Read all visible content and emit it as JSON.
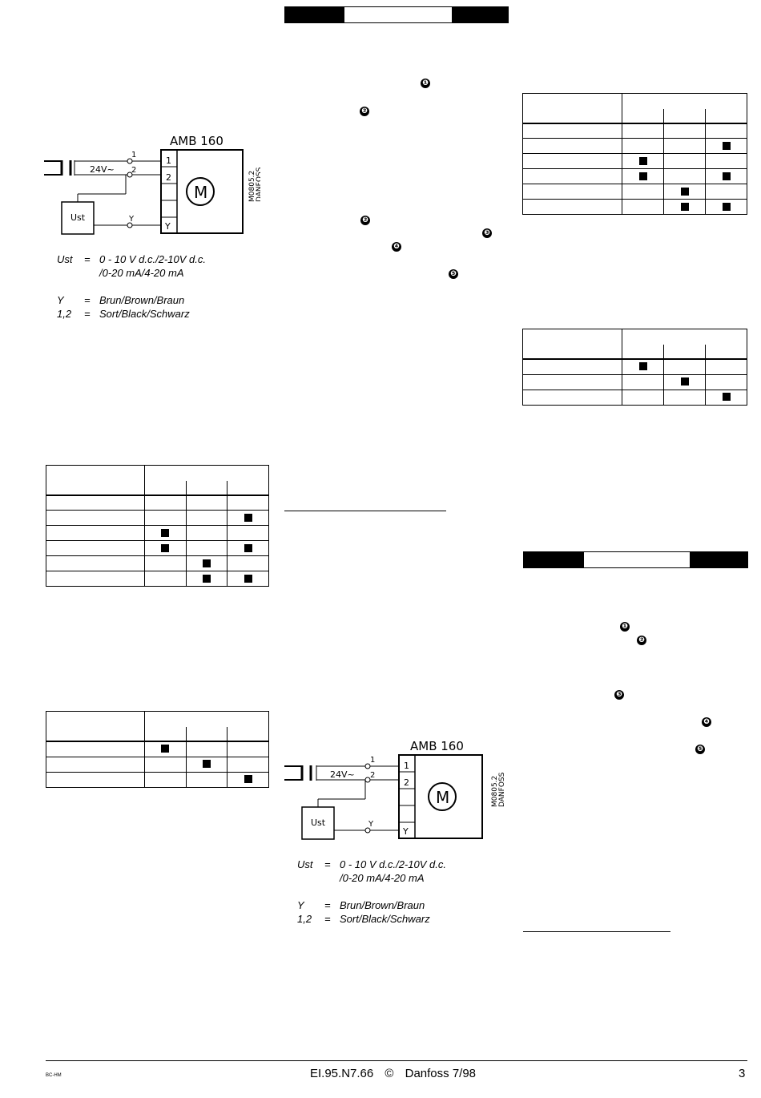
{
  "diagram": {
    "model": "AMB 160",
    "supply": "24V~",
    "controller": "Ust",
    "motor": "M",
    "terminals": [
      "1",
      "2",
      "",
      "",
      "Y"
    ],
    "wire_labels": [
      "1",
      "2",
      "Y"
    ],
    "code_lines": [
      "M0805.2",
      "DANFOSS"
    ]
  },
  "legend": [
    {
      "key": "Ust",
      "eq": "=",
      "lines": [
        "0 - 10 V d.c./2-10V d.c.",
        "/0-20 mA/4-20 mA"
      ]
    },
    {
      "key": "Y",
      "eq": "=",
      "lines": [
        "Brun/Brown/Braun"
      ]
    },
    {
      "key": "1,2",
      "eq": "=",
      "lines": [
        "Sort/Black/Schwarz"
      ]
    }
  ],
  "tables": {
    "six_row": [
      [
        false,
        false,
        false
      ],
      [
        false,
        false,
        true
      ],
      [
        true,
        false,
        false
      ],
      [
        true,
        false,
        true
      ],
      [
        false,
        true,
        false
      ],
      [
        false,
        true,
        true
      ]
    ],
    "three_row": [
      [
        true,
        false,
        false
      ],
      [
        false,
        true,
        false
      ],
      [
        false,
        false,
        true
      ]
    ]
  },
  "markers": {
    "col2_top": [
      "❶",
      "❷",
      "❷",
      "❸",
      "❹",
      "❺"
    ],
    "col3_lower": [
      "❶",
      "❷",
      "❸",
      "❹",
      "❺"
    ]
  },
  "footer": {
    "left": "BC-HM",
    "center_code": "EI.95.N7.66",
    "copyright": "©",
    "company_date": "Danfoss 7/98",
    "page": "3"
  }
}
